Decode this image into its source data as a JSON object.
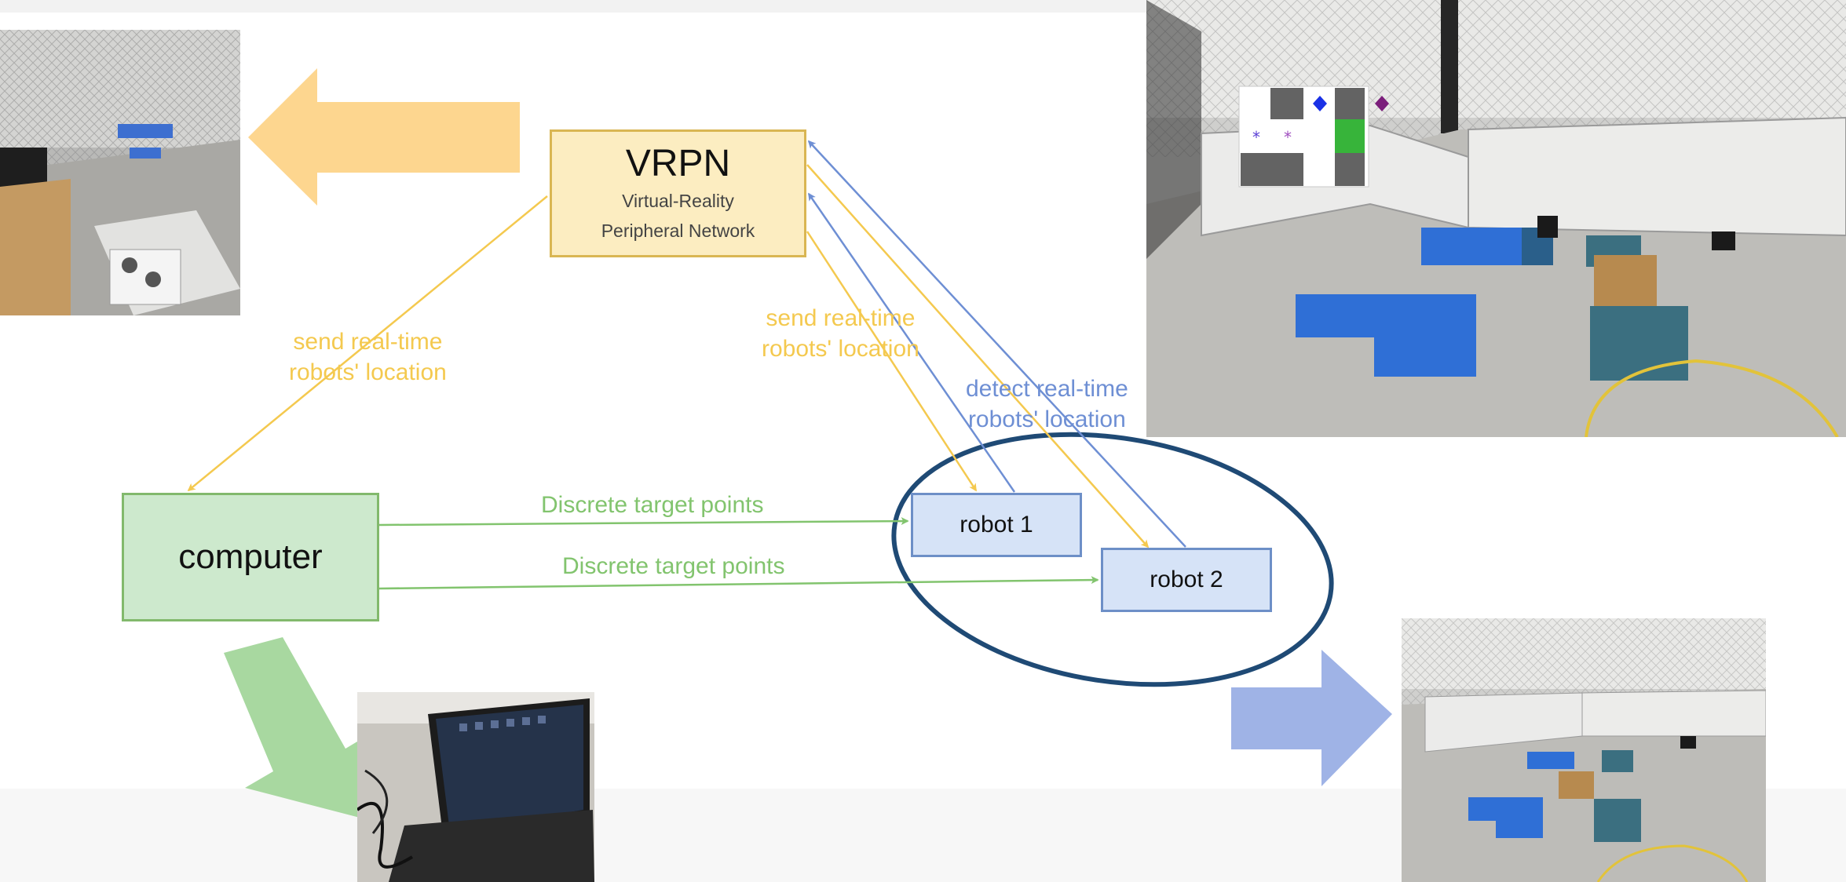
{
  "vrpn": {
    "title": "VRPN",
    "subtitle_line1": "Virtual-Reality",
    "subtitle_line2": "Peripheral Network"
  },
  "computer": {
    "label": "computer"
  },
  "robots": [
    {
      "label": "robot 1"
    },
    {
      "label": "robot 2"
    }
  ],
  "edge_labels": {
    "send_left": [
      "send real-time",
      "robots' location"
    ],
    "send_right": [
      "send real-time",
      "robots' location"
    ],
    "detect": [
      "detect real-time",
      "robots' location"
    ],
    "discrete_1": "Discrete target points",
    "discrete_2": "Discrete target points"
  },
  "map_overlay": {
    "markers": [
      "*",
      "*"
    ]
  },
  "colors": {
    "yellow": "#f4c94f",
    "blue": "#6e8fd4",
    "green": "#82c46e",
    "vrpn_fill": "#fcedc1",
    "computer_fill": "#cde9cd",
    "robot_fill": "#d6e3f7",
    "ellipse_stroke": "#1f4a75",
    "block_blue": "#2f6fd6"
  }
}
